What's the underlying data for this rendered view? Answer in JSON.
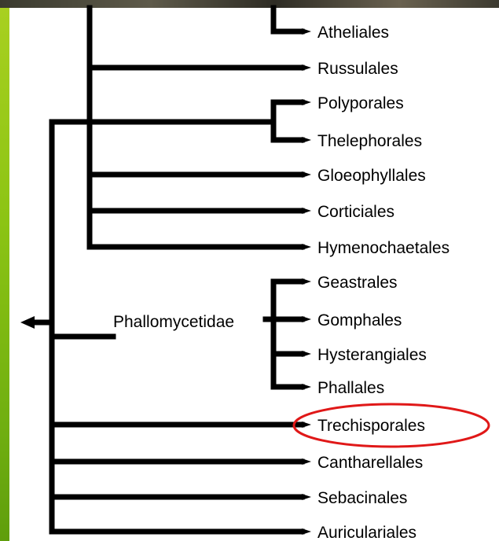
{
  "tree": {
    "taxa": [
      "Atheliales",
      "Russulales",
      "Polyporales",
      "Thelephorales",
      "Gloeophyllales",
      "Corticiales",
      "Hymenochaetales",
      "Geastrales",
      "Gomphales",
      "Hysterangiales",
      "Phallales",
      "Trechisporales",
      "Cantharellales",
      "Sebacinales",
      "Auriculariales"
    ],
    "clade_label": "Phallomycetidae",
    "highlighted_taxon": "Trechisporales",
    "colors": {
      "branch": "#000000",
      "highlight": "#e01818",
      "side_strip": "#8cc414",
      "top_band": "#4a4638"
    },
    "icons": {
      "root": "left-arrow-icon"
    }
  }
}
